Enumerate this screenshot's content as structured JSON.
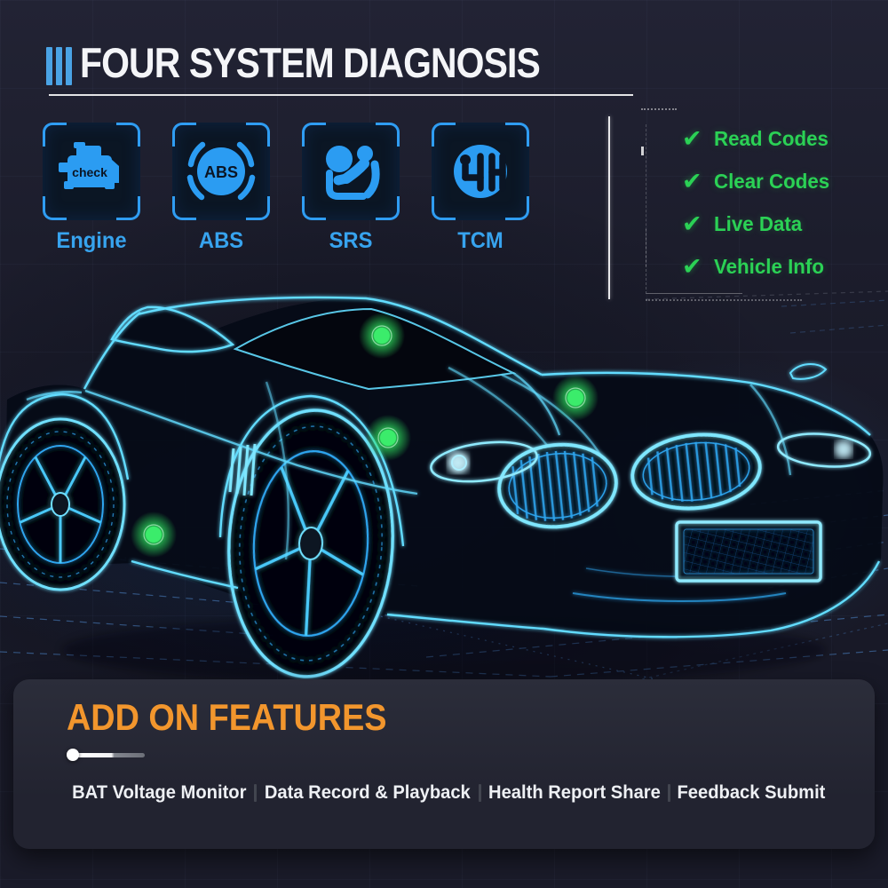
{
  "header": {
    "title": "FOUR SYSTEM DIAGNOSIS"
  },
  "systems": [
    {
      "label": "Engine",
      "icon": "check-engine-icon",
      "icon_text": "check"
    },
    {
      "label": "ABS",
      "icon": "abs-brake-icon",
      "icon_text": "ABS"
    },
    {
      "label": "SRS",
      "icon": "airbag-srs-icon"
    },
    {
      "label": "TCM",
      "icon": "transmission-shift-icon"
    }
  ],
  "diagnostic_functions": [
    {
      "label": "Read Codes"
    },
    {
      "label": "Clear Codes"
    },
    {
      "label": "Live Data"
    },
    {
      "label": "Vehicle Info"
    }
  ],
  "checkmark_glyph": "✔",
  "addon": {
    "title": "ADD ON FEATURES",
    "features": [
      {
        "label": "BAT Voltage Monitor"
      },
      {
        "label": "Data Record & Playback"
      },
      {
        "label": "Health Report Share"
      },
      {
        "label": "Feedback Submit"
      }
    ]
  },
  "colors": {
    "accent_blue": "#2f9df3",
    "accent_green": "#2bd155",
    "accent_orange": "#f2962d",
    "wireframe_cyan": "#62dcff",
    "panel_bg": "#242633",
    "page_bg": "#1b1c2b"
  }
}
